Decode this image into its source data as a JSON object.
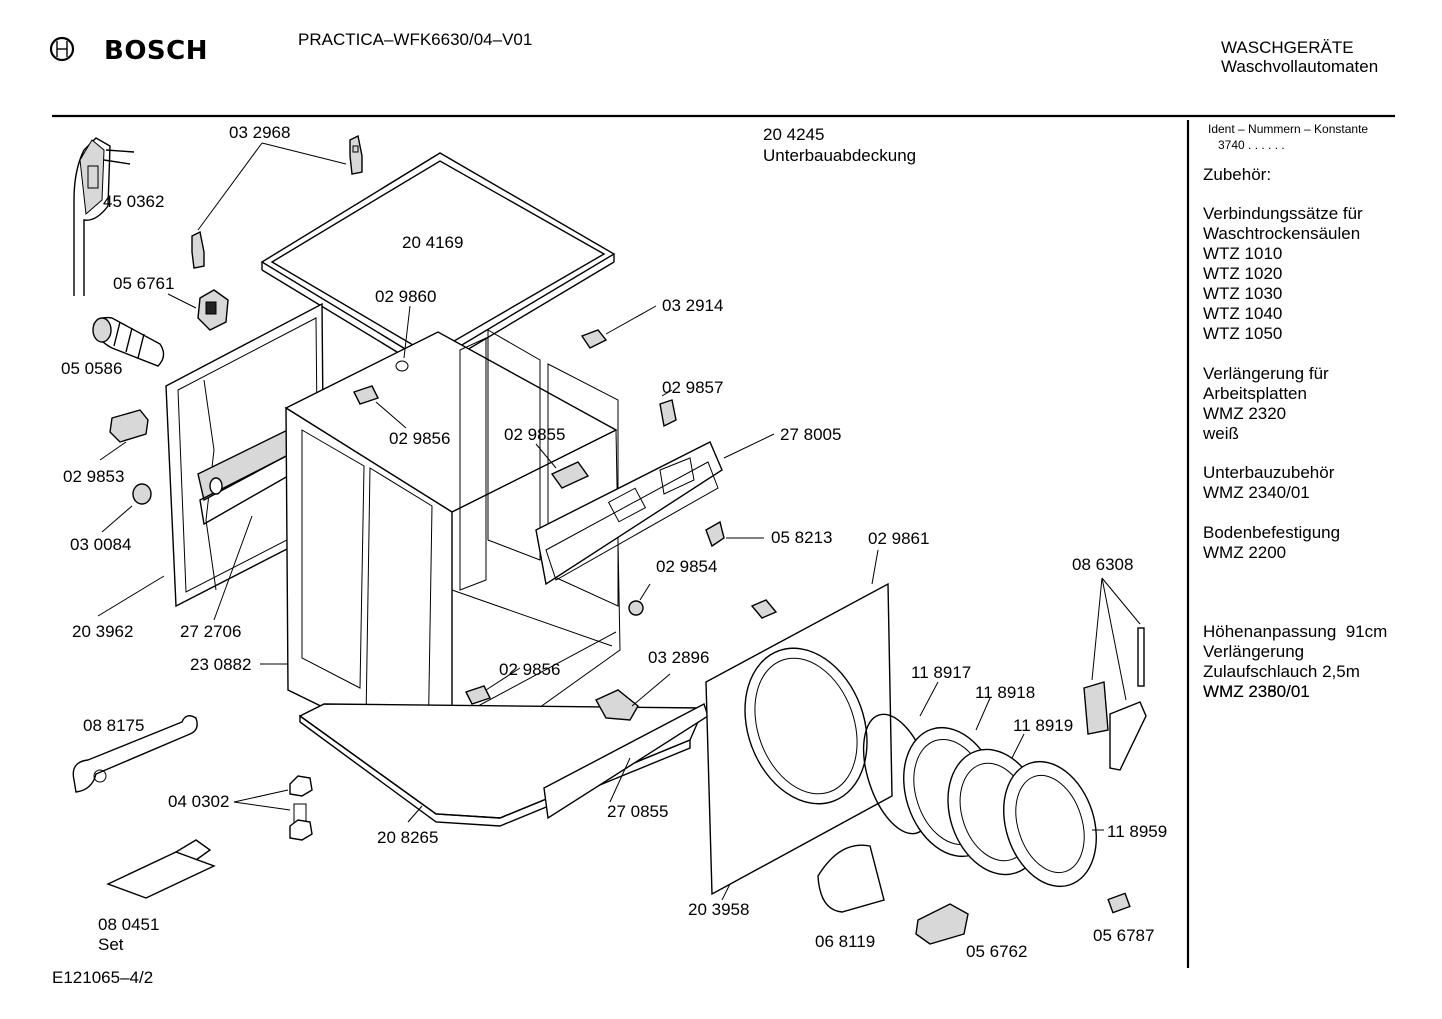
{
  "header": {
    "brand": "BOSCH",
    "model": "PRACTICA–WFK6630/04–V01",
    "category": "WASCHGERÄTE",
    "subcategory": "Waschvollautomaten"
  },
  "footer": {
    "code": "E121065–4/2"
  },
  "sidebar": {
    "ident_title": "Ident – Nummern – Konstante",
    "ident_value": "3740 . . . . . .",
    "heading": "Zubehör:",
    "groups": [
      {
        "lines": [
          "Verbindungssätze für",
          "Waschtrockensäulen",
          "WTZ 1010",
          "WTZ 1020",
          "WTZ 1030",
          "WTZ 1040",
          "WTZ 1050"
        ]
      },
      {
        "lines": [
          "Verlängerung für",
          "Arbeitsplatten",
          "WMZ 2320",
          "weiß"
        ]
      },
      {
        "lines": [
          "Unterbauzubehör",
          "WMZ 2340/01"
        ]
      },
      {
        "lines": [
          "Bodenbefestigung",
          "WMZ 2200"
        ]
      },
      {
        "lines": [
          "Höhenanpassung  91cm",
          "WMZ 2350/01"
        ]
      },
      {
        "lines": [
          "Verlängerung",
          "Zulaufschlauch 2,5m",
          "WMZ 2380/01"
        ]
      }
    ]
  },
  "parts": [
    {
      "id": "p1",
      "text": "03 2968"
    },
    {
      "id": "p2",
      "text": "45 0362"
    },
    {
      "id": "p3",
      "text": "20 4245"
    },
    {
      "id": "p4",
      "text": "Unterbauabdeckung"
    },
    {
      "id": "p5",
      "text": "20 4169"
    },
    {
      "id": "p6",
      "text": "05 6761"
    },
    {
      "id": "p7",
      "text": "02 9860"
    },
    {
      "id": "p8",
      "text": "03 2914"
    },
    {
      "id": "p9",
      "text": "05 0586"
    },
    {
      "id": "p10",
      "text": "02 9857"
    },
    {
      "id": "p11",
      "text": "02 9856"
    },
    {
      "id": "p12",
      "text": "02 9855"
    },
    {
      "id": "p13",
      "text": "27 8005"
    },
    {
      "id": "p14",
      "text": "02 9853"
    },
    {
      "id": "p15",
      "text": "03 0084"
    },
    {
      "id": "p16",
      "text": "05 8213"
    },
    {
      "id": "p17",
      "text": "02 9861"
    },
    {
      "id": "p18",
      "text": "02 9854"
    },
    {
      "id": "p19",
      "text": "08 6308"
    },
    {
      "id": "p20",
      "text": "20 3962"
    },
    {
      "id": "p21",
      "text": "27 2706"
    },
    {
      "id": "p22",
      "text": "23 0882"
    },
    {
      "id": "p23",
      "text": "02 9856"
    },
    {
      "id": "p24",
      "text": "03 2896"
    },
    {
      "id": "p25",
      "text": "11 8917"
    },
    {
      "id": "p26",
      "text": "11 8918"
    },
    {
      "id": "p27",
      "text": "11 8919"
    },
    {
      "id": "p28",
      "text": "08 8175"
    },
    {
      "id": "p29",
      "text": "04 0302"
    },
    {
      "id": "p30",
      "text": "27 0855"
    },
    {
      "id": "p31",
      "text": "11 8959"
    },
    {
      "id": "p32",
      "text": "20 8265"
    },
    {
      "id": "p33",
      "text": "20 3958"
    },
    {
      "id": "p34",
      "text": "08  0451"
    },
    {
      "id": "p35",
      "text": "Set"
    },
    {
      "id": "p36",
      "text": "06 8119"
    },
    {
      "id": "p37",
      "text": "05 6762"
    },
    {
      "id": "p38",
      "text": "05 6787"
    }
  ]
}
